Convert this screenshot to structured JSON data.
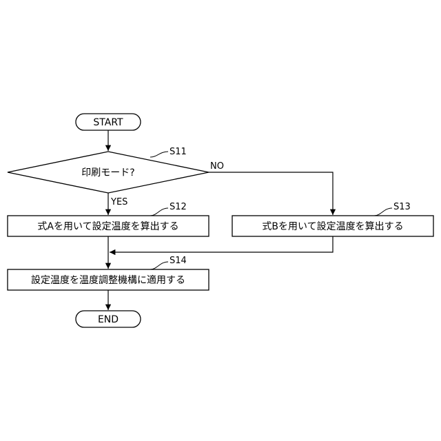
{
  "nodes": {
    "start": "START",
    "decision": "印刷モード?",
    "s12": "式Aを用いて設定温度を算出する",
    "s13": "式Bを用いて設定温度を算出する",
    "s14": "設定温度を温度調整機構に適用する",
    "end": "END"
  },
  "step_labels": {
    "s11": "S11",
    "s12": "S12",
    "s13": "S13",
    "s14": "S14"
  },
  "branches": {
    "yes": "YES",
    "no": "NO"
  }
}
